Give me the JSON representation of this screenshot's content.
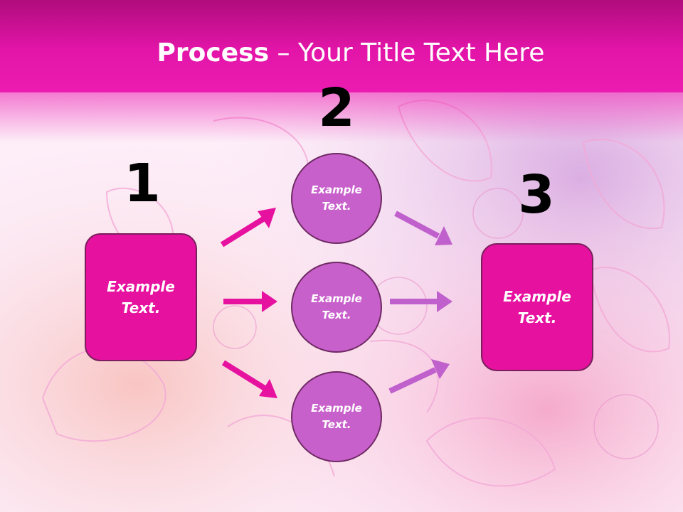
{
  "title": {
    "bold": "Process",
    "rest": " – Your Title Text Here"
  },
  "steps": [
    {
      "number": "1",
      "text": "Example\nText."
    },
    {
      "number": "2",
      "items": [
        "Example\nText.",
        "Example\nText.",
        "Example\nText."
      ]
    },
    {
      "number": "3",
      "text": "Example\nText."
    }
  ],
  "colors": {
    "header": "#e315a9",
    "box_fill": "#e6119f",
    "circle_fill": "#c860cc",
    "arrow_left": "#e6119f",
    "arrow_right": "#c060cc"
  }
}
